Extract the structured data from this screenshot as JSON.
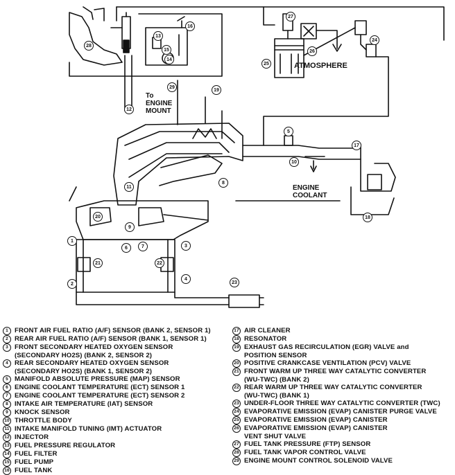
{
  "diagram": {
    "atmosphere": "ATMOSPHERE",
    "to_engine_mount": [
      "To",
      "ENGINE",
      "MOUNT"
    ],
    "engine_coolant": [
      "ENGINE",
      "COOLANT"
    ]
  },
  "callouts": [
    "1",
    "2",
    "3",
    "4",
    "5",
    "6",
    "7",
    "8",
    "9",
    "10",
    "11",
    "12",
    "13",
    "14",
    "15",
    "16",
    "17",
    "18",
    "19",
    "20",
    "21",
    "22",
    "23",
    "24",
    "25",
    "26",
    "27",
    "28",
    "29"
  ],
  "legend_left": [
    {
      "num": "1",
      "lines": [
        "FRONT AIR FUEL RATIO (A/F) SENSOR (BANK 2, SENSOR 1)"
      ]
    },
    {
      "num": "2",
      "lines": [
        "REAR AIR FUEL RATIO (A/F) SENSOR (BANK 1, SENSOR 1)"
      ]
    },
    {
      "num": "3",
      "lines": [
        "FRONT SECONDARY HEATED OXYGEN SENSOR",
        "(SECONDARY HO2S) (BANK 2, SENSOR 2)"
      ]
    },
    {
      "num": "4",
      "lines": [
        "REAR SECONDARY HEATED OXYGEN SENSOR",
        "(SECONDARY HO2S) (BANK 1, SENSOR 2)"
      ]
    },
    {
      "num": "5",
      "lines": [
        "MANIFOLD ABSOLUTE PRESSURE (MAP) SENSOR"
      ]
    },
    {
      "num": "6",
      "lines": [
        "ENGINE COOLANT TEMPERATURE (ECT) SENSOR 1"
      ]
    },
    {
      "num": "7",
      "lines": [
        "ENGINE COOLANT TEMPERATURE (ECT) SENSOR 2"
      ]
    },
    {
      "num": "8",
      "lines": [
        "INTAKE AIR TEMPERATURE (IAT) SENSOR"
      ]
    },
    {
      "num": "9",
      "lines": [
        "KNOCK SENSOR"
      ]
    },
    {
      "num": "10",
      "lines": [
        "THROTTLE BODY"
      ]
    },
    {
      "num": "11",
      "lines": [
        "INTAKE MANIFOLD TUNING (IMT) ACTUATOR"
      ]
    },
    {
      "num": "12",
      "lines": [
        "INJECTOR"
      ]
    },
    {
      "num": "13",
      "lines": [
        "FUEL PRESSURE REGULATOR"
      ]
    },
    {
      "num": "14",
      "lines": [
        "FUEL FILTER"
      ]
    },
    {
      "num": "15",
      "lines": [
        "FUEL PUMP"
      ]
    },
    {
      "num": "16",
      "lines": [
        "FUEL TANK"
      ]
    }
  ],
  "legend_right": [
    {
      "num": "17",
      "lines": [
        "AIR CLEANER"
      ]
    },
    {
      "num": "18",
      "lines": [
        "RESONATOR"
      ]
    },
    {
      "num": "19",
      "lines": [
        "EXHAUST GAS RECIRCULATION (EGR) VALVE and",
        "POSITION SENSOR"
      ]
    },
    {
      "num": "20",
      "lines": [
        "POSITIVE CRANKCASE VENTILATION (PCV) VALVE"
      ]
    },
    {
      "num": "21",
      "lines": [
        "FRONT WARM UP THREE WAY CATALYTIC CONVERTER",
        "(WU-TWC) (BANK 2)"
      ]
    },
    {
      "num": "22",
      "lines": [
        "REAR WARM UP THREE WAY CATALYTIC CONVERTER",
        "(WU-TWC) (BANK 1)"
      ]
    },
    {
      "num": "23",
      "lines": [
        "UNDER-FLOOR THREE WAY CATALYTIC CONVERTER (TWC)"
      ]
    },
    {
      "num": "24",
      "lines": [
        "EVAPORATIVE EMISSION (EVAP) CANISTER PURGE VALVE"
      ]
    },
    {
      "num": "25",
      "lines": [
        "EVAPORATIVE EMISSION (EVAP) CANISTER"
      ]
    },
    {
      "num": "26",
      "lines": [
        "EVAPORATIVE EMISSION (EVAP) CANISTER",
        "VENT SHUT VALVE"
      ]
    },
    {
      "num": "27",
      "lines": [
        "FUEL TANK PRESSURE (FTP) SENSOR"
      ]
    },
    {
      "num": "28",
      "lines": [
        "FUEL TANK VAPOR CONTROL VALVE"
      ]
    },
    {
      "num": "29",
      "lines": [
        "ENGINE MOUNT CONTROL SOLENOID VALVE"
      ]
    }
  ]
}
